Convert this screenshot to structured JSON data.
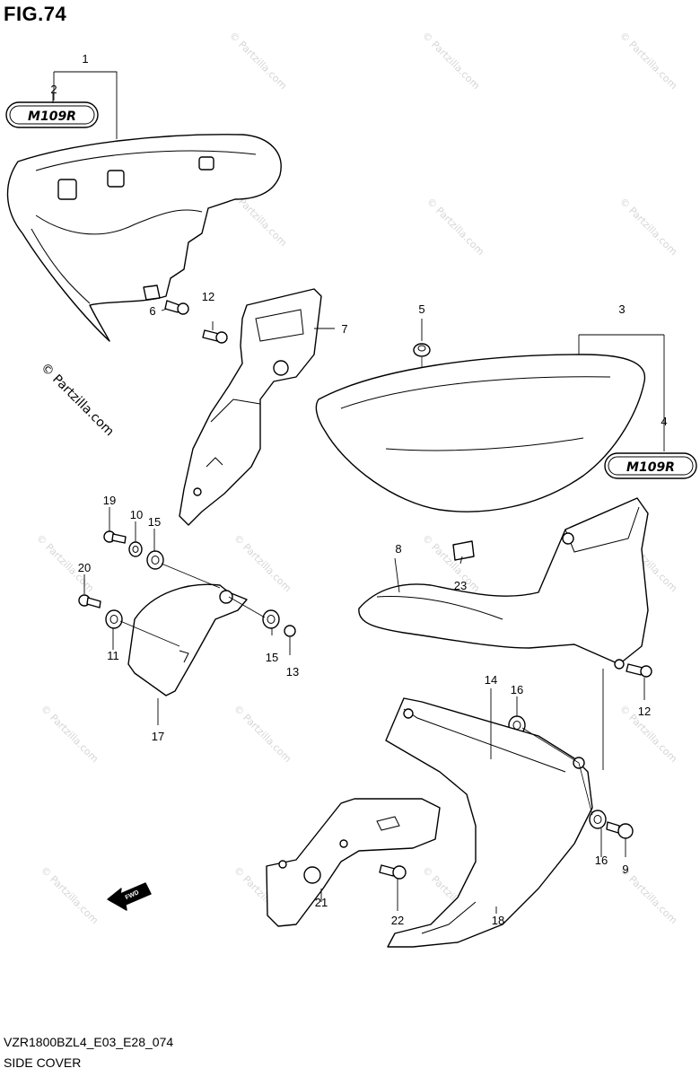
{
  "figure_title": "FIG.74",
  "model_code": "VZR1800BZL4_E03_E28_074",
  "section_name": "SIDE COVER",
  "emblem_text": "M109R",
  "watermark_text": "© Partzilla.com",
  "fwd_arrow_label": "FWD",
  "callouts": [
    "1",
    "2",
    "3",
    "4",
    "5",
    "6",
    "7",
    "8",
    "9",
    "10",
    "11",
    "12",
    "13",
    "14",
    "15",
    "16",
    "17",
    "18",
    "19",
    "20",
    "21",
    "22",
    "23"
  ],
  "callout_labels": {
    "c1": "1",
    "c2": "2",
    "c3": "3",
    "c4": "4",
    "c5": "5",
    "c6": "6",
    "c7": "7",
    "c8": "8",
    "c9": "9",
    "c10": "10",
    "c11": "11",
    "c12a": "12",
    "c12b": "12",
    "c13": "13",
    "c14": "14",
    "c15a": "15",
    "c15b": "15",
    "c16a": "16",
    "c16b": "16",
    "c17": "17",
    "c18": "18",
    "c19": "19",
    "c20": "20",
    "c21": "21",
    "c22": "22",
    "c23": "23"
  }
}
